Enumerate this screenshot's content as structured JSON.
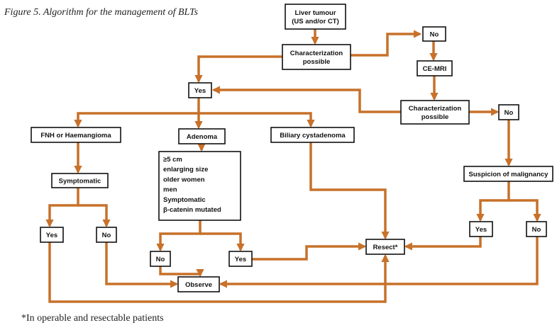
{
  "figure_title": "Figure 5. Algorithm for the management of BLTs",
  "footnote": "*In operable and resectable patients",
  "nodes": {
    "liver_tumour": {
      "lines": [
        "Liver tumour",
        "(US and/or CT)"
      ]
    },
    "char1": {
      "lines": [
        "Characterization",
        "possible"
      ]
    },
    "no_top": {
      "lines": [
        "No"
      ]
    },
    "cemri": {
      "lines": [
        "CE-MRI"
      ]
    },
    "char2": {
      "lines": [
        "Characterization",
        "possible"
      ]
    },
    "yes_main": {
      "lines": [
        "Yes"
      ]
    },
    "no_right": {
      "lines": [
        "No"
      ]
    },
    "fnh": {
      "lines": [
        "FNH or Haemangioma"
      ]
    },
    "adenoma": {
      "lines": [
        "Adenoma"
      ]
    },
    "biliary": {
      "lines": [
        "Biliary cystadenoma"
      ]
    },
    "suspicion": {
      "lines": [
        "Suspicion of malignancy"
      ]
    },
    "symptomatic": {
      "lines": [
        "Symptomatic"
      ]
    },
    "criteria": {
      "lines": [
        "≥5 cm",
        "enlarging size",
        "older women",
        "men",
        "Symptomatic",
        "β-catenin mutated"
      ]
    },
    "yes_l": {
      "lines": [
        "Yes"
      ]
    },
    "no_l": {
      "lines": [
        "No"
      ]
    },
    "no_m": {
      "lines": [
        "No"
      ]
    },
    "yes_m": {
      "lines": [
        "Yes"
      ]
    },
    "resect": {
      "lines": [
        "Resect*"
      ]
    },
    "yes_r": {
      "lines": [
        "Yes"
      ]
    },
    "no_r": {
      "lines": [
        "No"
      ]
    },
    "observe": {
      "lines": [
        "Observe"
      ]
    }
  },
  "colors": {
    "arrow": "#c7712a",
    "box_border": "#111111"
  }
}
